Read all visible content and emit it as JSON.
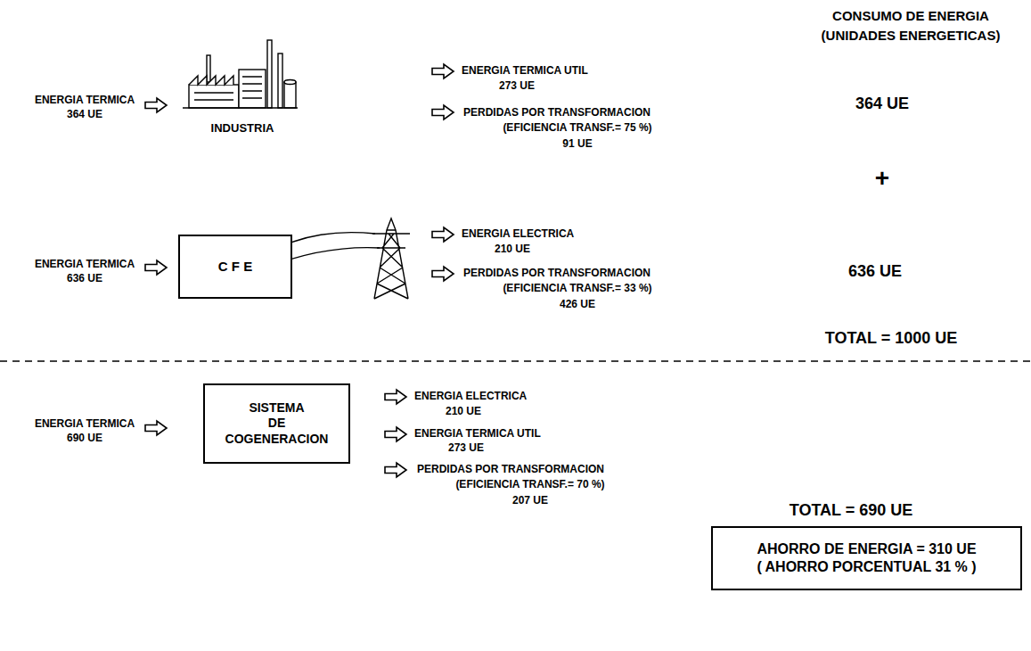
{
  "diagram": {
    "nodes": [
      {
        "text": [
          "C F E"
        ]
      },
      {
        "text": [
          "SISTEMA DE COGENERACION"
        ]
      },
      {
        "text": [
          "AHORRO DE ENERGIA = 310 UE",
          "( AHORRO PORCENTUAL 31 % )"
        ]
      }
    ],
    "labels": [
      "CONSUMO DE ENERGIA",
      "(UNIDADES ENERGETICAS)",
      "ENERGIA TERMICA",
      "364 UE",
      "INDUSTRIA",
      "ENERGIA TERMICA UTIL",
      "273 UE",
      "PERDIDAS POR TRANSFORMACION",
      "(EFICIENCIA TRANSF.= 75 %)",
      "91 UE",
      "364 UE",
      "+",
      "ENERGIA TERMICA",
      "636 UE",
      "ENERGIA ELECTRICA",
      "210 UE",
      "PERDIDAS POR TRANSFORMACION",
      "(EFICIENCIA TRANSF.= 33 %)",
      "426 UE",
      "636 UE",
      "TOTAL = 1000 UE",
      "ENERGIA TERMICA",
      "690 UE",
      "ENERGIA ELECTRICA",
      "210 UE",
      "ENERGIA TERMICA UTIL",
      "273 UE",
      "PERDIDAS POR TRANSFORMACION",
      "(EFICIENCIA TRANSF.= 70 %)",
      "207 UE",
      "TOTAL = 690 UE"
    ]
  }
}
